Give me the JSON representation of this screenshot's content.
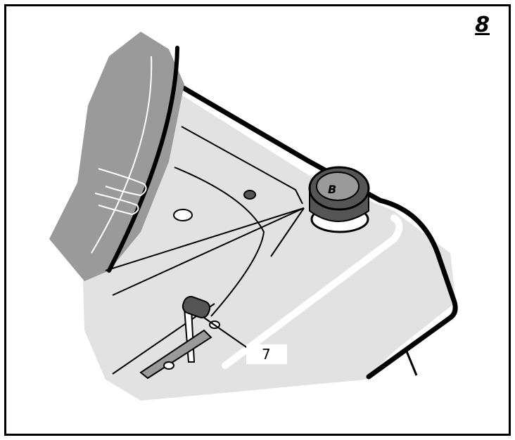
{
  "figure": {
    "number": "8"
  },
  "callouts": [
    {
      "label": "7"
    }
  ],
  "cap": {
    "letter": "B"
  },
  "colors": {
    "fill_light": "#e2e2e2",
    "fill_mid": "#9a9a9a",
    "fill_dark": "#555555",
    "line": "#000000"
  }
}
